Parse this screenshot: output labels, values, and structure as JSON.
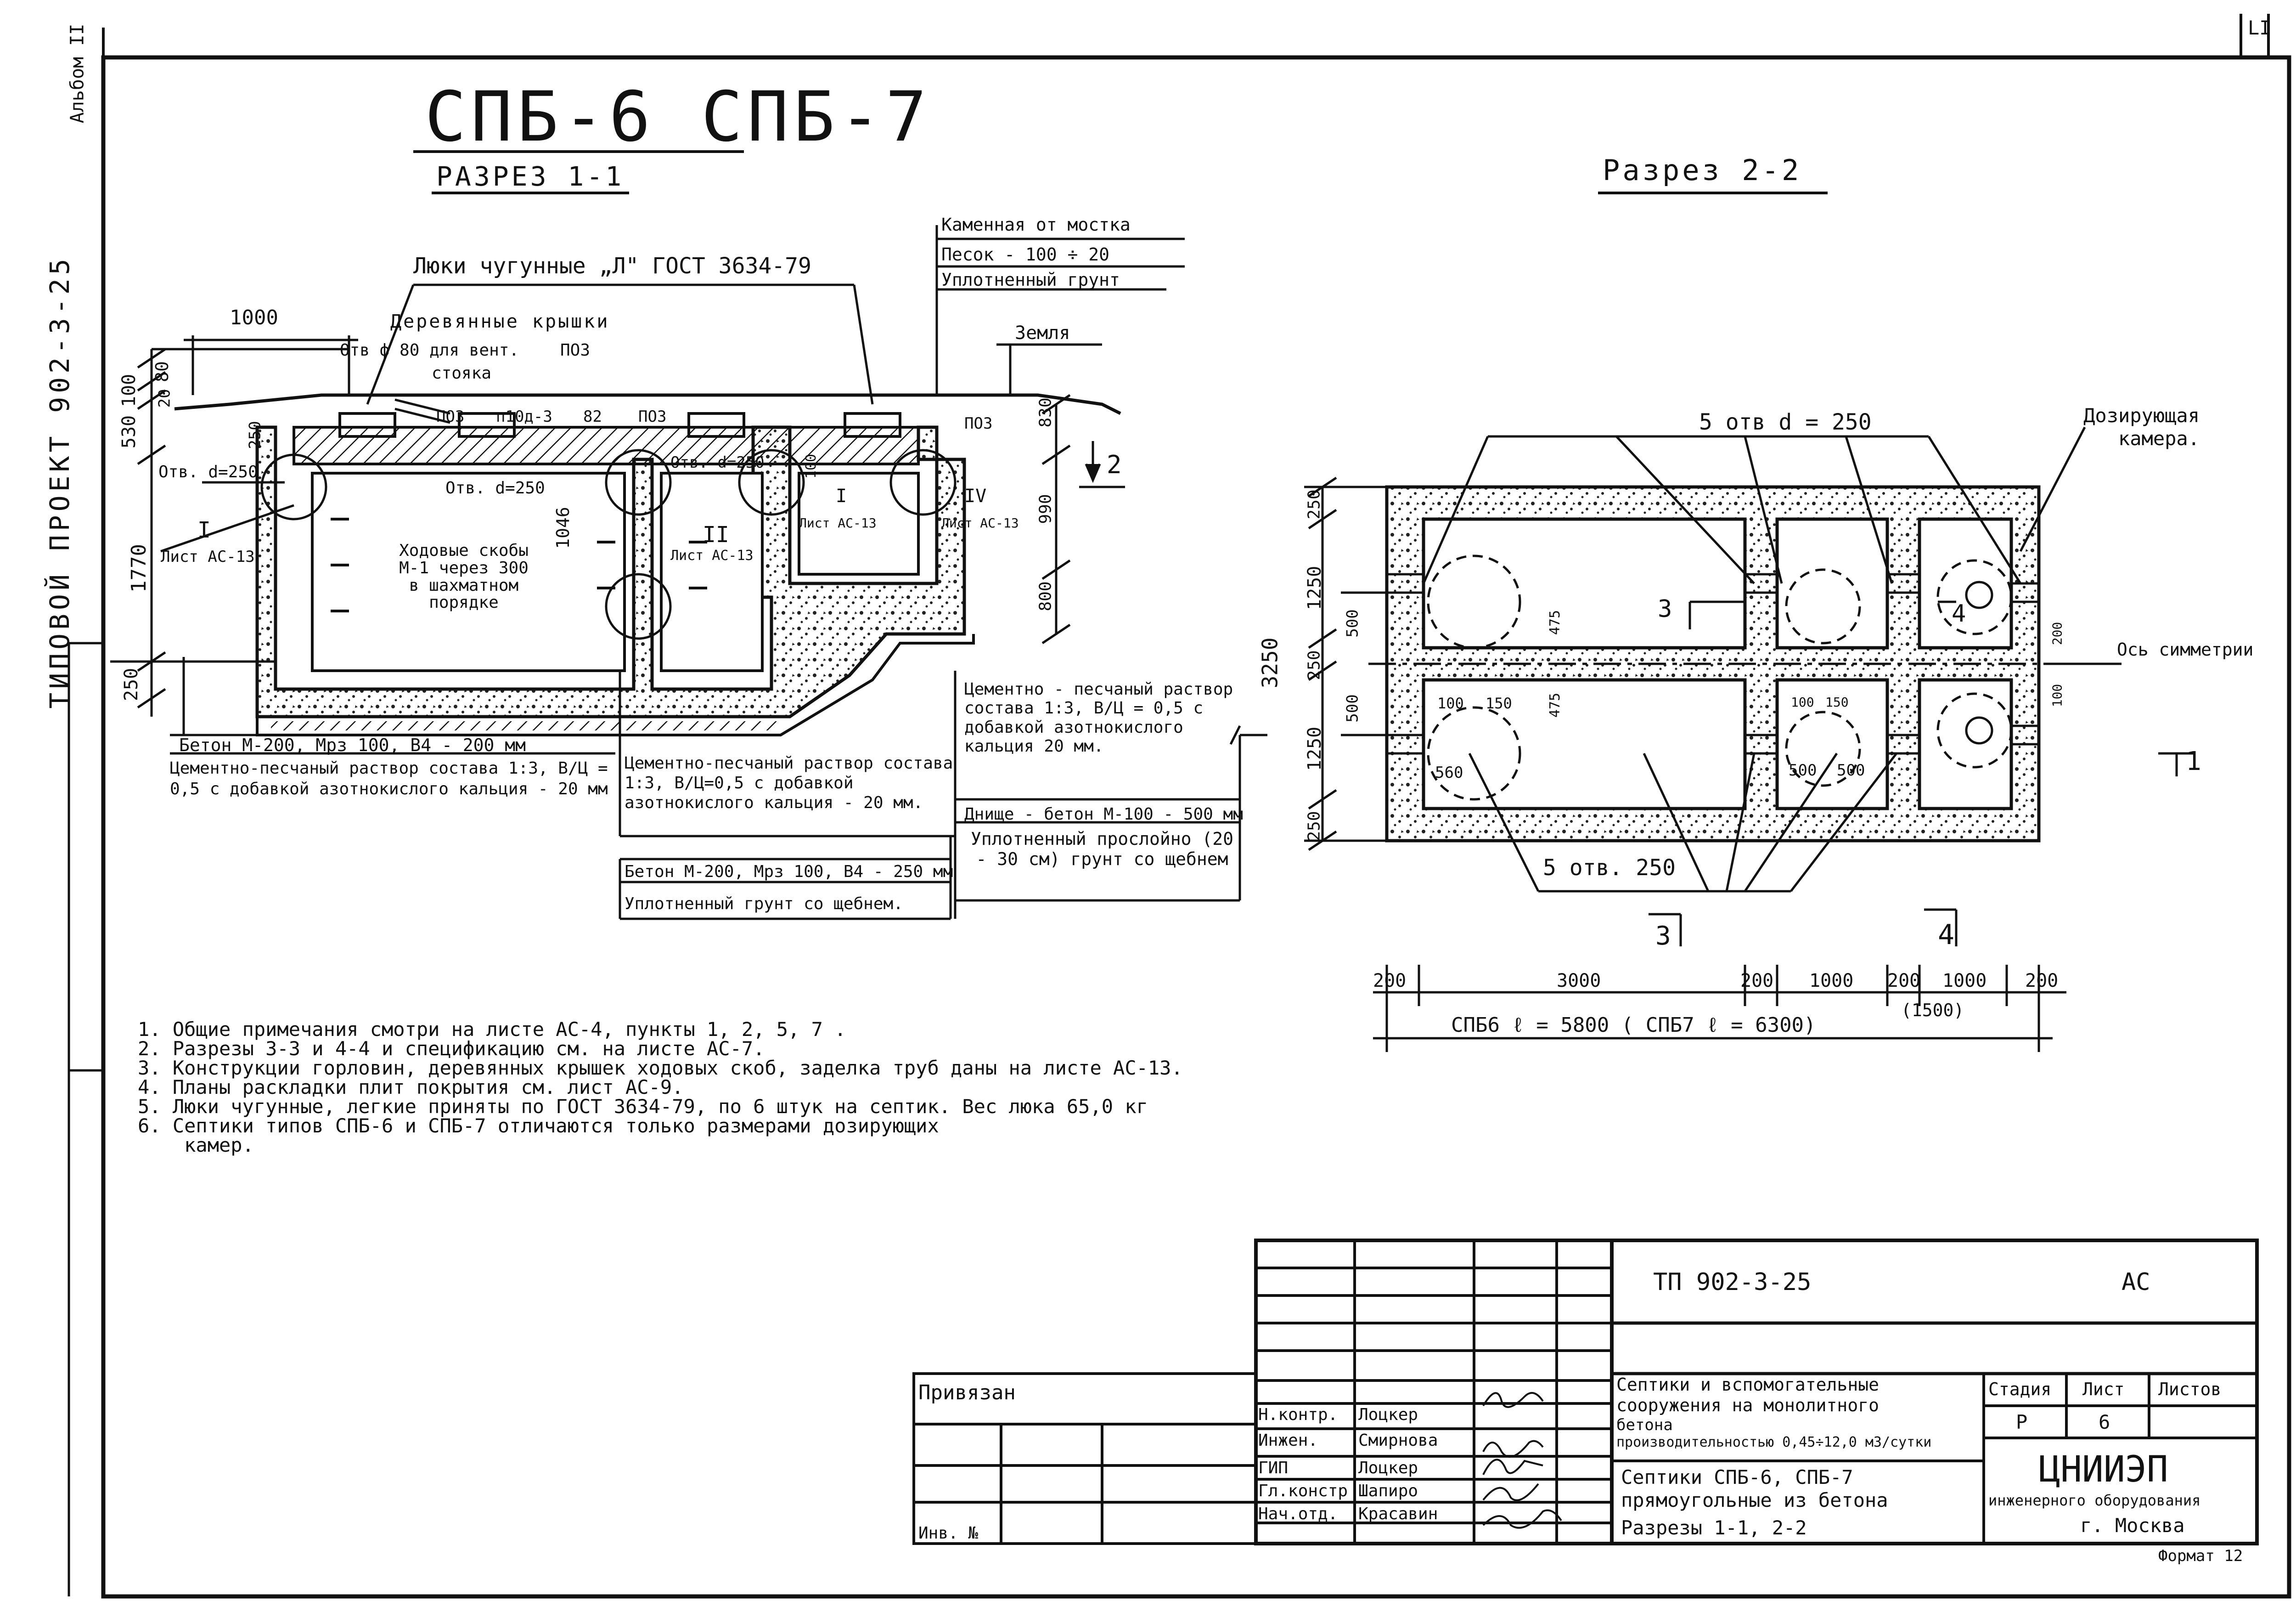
{
  "title": "СПБ-6  СПБ-7",
  "margin_stamp": "ТИПОВОЙ  ПРОЕКТ  902-3-25",
  "margin_corner": "Альбом II",
  "corner_sheet": "LI",
  "section1": {
    "label": "РАЗРЕЗ 1-1",
    "callouts": {
      "hatches": "Люки чугунные „Л\" ГОСТ 3634-79",
      "wooden_lids": "Деревянные крышки",
      "vent_hole": "Отв ф 80 для вент.",
      "poz_a": "ПОЗ",
      "riser": "стояка",
      "poz_b": "ПОЗ",
      "poz_c": "ПОЗ",
      "poz_d": "ПОЗ",
      "plate_mark": "п10д-3",
      "dim_82": "82",
      "stone": "Каменная от мостка",
      "sand": "Песок - 100 ÷ 20",
      "compacted": "Уплотненный грунт",
      "earth": "Земля",
      "hole_left": "Отв. d=250",
      "hole_mid": "Отв. d=250",
      "hole_right": "Отв. d=250",
      "detail_I_left": "I",
      "sheet_left": "Лист АС-13",
      "detail_II": "II",
      "sheet_II": "Лист АС-13",
      "detail_I_right": "I",
      "sheet_I_right": "Лист АС-13",
      "detail_IV": "IV",
      "sheet_IV": "Лист АС-13",
      "rungs": "Ходовые скобы М-1 через 300 в шахматном порядке",
      "arrow_2": "2"
    },
    "dims": {
      "d1000": "1000",
      "d80": "80",
      "d20": "20",
      "d250top": "250",
      "d530": "530",
      "d100": "100",
      "d1770": "1770",
      "d250bot": "250",
      "d1046": "1046",
      "d830": "830",
      "d990": "990",
      "d800": "800",
      "d100b": "100"
    },
    "notes": {
      "concrete_a": "Бетон М-200, Мрз 100, В4     - 200 мм",
      "mortar_a": "Цементно-песчаный раствор состава 1:3, В/Ц = 0,5 с добавкой азотнокислого кальция -               20 мм",
      "mortar_b": "Цементно-песчаный раствор состава 1:3, В/Ц=0,5 с добавкой азотнокислого кальция - 20 мм.",
      "concrete_b": "Бетон М-200, Мрз 100, В4 - 250 мм",
      "gravel_soil": "Уплотненный грунт со щебнем.",
      "mortar_c": "Цементно - песчаный раствор состава 1:3, В/Ц = 0,5 с добавкой азотнокислого кальция 20 мм.",
      "bottom": "Днище - бетон М-100 - 500 мм",
      "compacted_layer": "Уплотненный прослойно (20 - 30 см) грунт со щебнем"
    }
  },
  "section2": {
    "label": "Разрез 2-2",
    "top_holes": "5 отв d = 250",
    "dosing": "Дозирующая камера.",
    "axis": "Ось симметрии",
    "bottom_holes": "5 отв. 250",
    "cut3": "3",
    "cut4": "4",
    "cut4_inner": "4",
    "cut1": "1",
    "dims": {
      "d3250": "3250",
      "d250a": "250",
      "d1250a": "1250",
      "d500a": "500",
      "d250b": "250",
      "d500b": "500",
      "d1250b": "1250",
      "d250c": "250",
      "d475a": "475",
      "d475b": "475",
      "d100a": "100",
      "d150a": "150",
      "d100b": "100",
      "d150b": "150",
      "d560": "560",
      "d500c": "500",
      "d500d": "500",
      "d200": "200",
      "d100c": "100",
      "b200a": "200",
      "b3000": "3000",
      "b200b": "200",
      "b1000a": "1000",
      "b200c": "200",
      "b1000b": "1000",
      "b200d": "200",
      "b1500": "(1500)",
      "total": "СПБ6  ℓ = 5800  ( СПБ7   ℓ = 6300)"
    }
  },
  "general_notes": [
    "1. Общие примечания смотри на листе АС-4, пункты 1, 2, 5, 7 .",
    "2. Разрезы 3-3 и 4-4 и спецификацию см. на листе АС-7.",
    "3. Конструкции горловин, деревянных крышек ходовых скоб, заделка труб даны на листе АС-13.",
    "4. Планы раскладки плит покрытия см. лист АС-9.",
    "5. Люки чугунные, легкие приняты по ГОСТ 3634-79, по 6 штук на септик. Вес люка 65,0 кг",
    "6. Септики типов СПБ-6 и СПБ-7 отличаются только размерами дозирующих",
    "    камер."
  ],
  "title_block": {
    "project_code": "ТП  902-3-25",
    "mark": "АС",
    "privyazan": "Привязан",
    "inv": "Инв. №",
    "roles": [
      {
        "role": "Н.контр.",
        "name": "Лоцкер"
      },
      {
        "role": "Инжен.",
        "name": "Смирнова"
      },
      {
        "role": "ГИП",
        "name": "Лоцкер"
      },
      {
        "role": "Гл.констр",
        "name": "Шапиро"
      },
      {
        "role": "Нач.отд.",
        "name": "Красавин"
      }
    ],
    "description": [
      "Септики и вспомогательные",
      "сооружения на монолитного",
      "бетона",
      "производительностью 0,45÷12,0 м3/сутки"
    ],
    "sheet_title": [
      "Септики  СПБ-6,  СПБ-7",
      "прямоугольные  из бетона",
      "Разрезы 1-1,  2-2"
    ],
    "stage_h": "Стадия",
    "sheet_h": "Лист",
    "sheets_h": "Листов",
    "stage": "Р",
    "sheet": "6",
    "org": "ЦНИИЭП",
    "org_sub": "инженерного оборудования",
    "city": "г. Москва",
    "format": "Формат 12"
  },
  "colors": {
    "ink": "#111111",
    "paper": "#ffffff",
    "concrete": "#555555"
  }
}
